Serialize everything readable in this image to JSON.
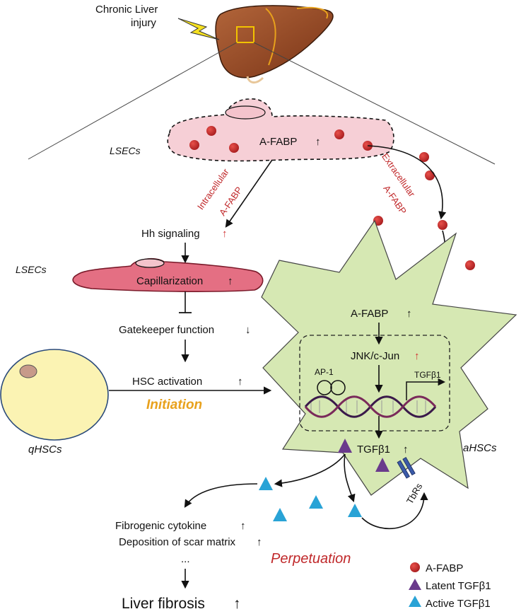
{
  "liver": {
    "label_line1": "Chronic Liver",
    "label_line2": "injury"
  },
  "lsec_top": {
    "cell_label": "LSECs",
    "protein": "A-FABP",
    "arrow": "↑"
  },
  "paths": {
    "intracellular_line1": "Intracellular",
    "intracellular_line2": "A-FABP",
    "extracellular_line1": "Extracellular",
    "extracellular_line2": "A-FABP"
  },
  "left_flow": {
    "hh_signaling": "Hh signaling",
    "hh_arrow": "↑",
    "lsec_label": "LSECs",
    "capillarization": "Capillarization",
    "cap_arrow": "↑",
    "gatekeeper": "Gatekeeper function",
    "gate_arrow": "↓",
    "hsc_activation": "HSC activation",
    "hsc_arrow": "↑",
    "initiation": "Initiation"
  },
  "qhsc": {
    "label": "qHSCs"
  },
  "ahsc": {
    "label": "aHSCs",
    "afabp": "A-FABP",
    "afabp_arrow": "↑",
    "jnk": "JNK/c-Jun",
    "jnk_arrow": "↑",
    "ap1": "AP-1",
    "tgfb1_gene": "TGFβ1",
    "tgfb1": "TGFβ1",
    "tgfb1_arrow": "↑",
    "receptor": "TbRs"
  },
  "outcomes": {
    "cytokine": "Fibrogenic cytokine",
    "cytokine_arrow": "↑",
    "scar": "Deposition of scar matrix",
    "scar_arrow": "↑",
    "ellipsis": "...",
    "perpetuation": "Perpetuation",
    "fibrosis": "Liver fibrosis",
    "fibrosis_arrow": "↑"
  },
  "legend": {
    "items": [
      {
        "label": "A-FABP",
        "symbol": "red-circle",
        "color": "#c0282a"
      },
      {
        "label": "Latent TGFβ1",
        "symbol": "purple-triangle",
        "color": "#6a3a8c"
      },
      {
        "label": "Active TGFβ1",
        "symbol": "blue-triangle",
        "color": "#29a3d6"
      }
    ]
  },
  "colors": {
    "lsec_fill": "#f6cfd6",
    "capillary_fill": "#e46f83",
    "qhsc_fill": "#fbf3b3",
    "ahsc_fill": "#d6e8b3",
    "afabp": "#c0282a",
    "latent": "#6a3a8c",
    "active": "#29a3d6"
  }
}
